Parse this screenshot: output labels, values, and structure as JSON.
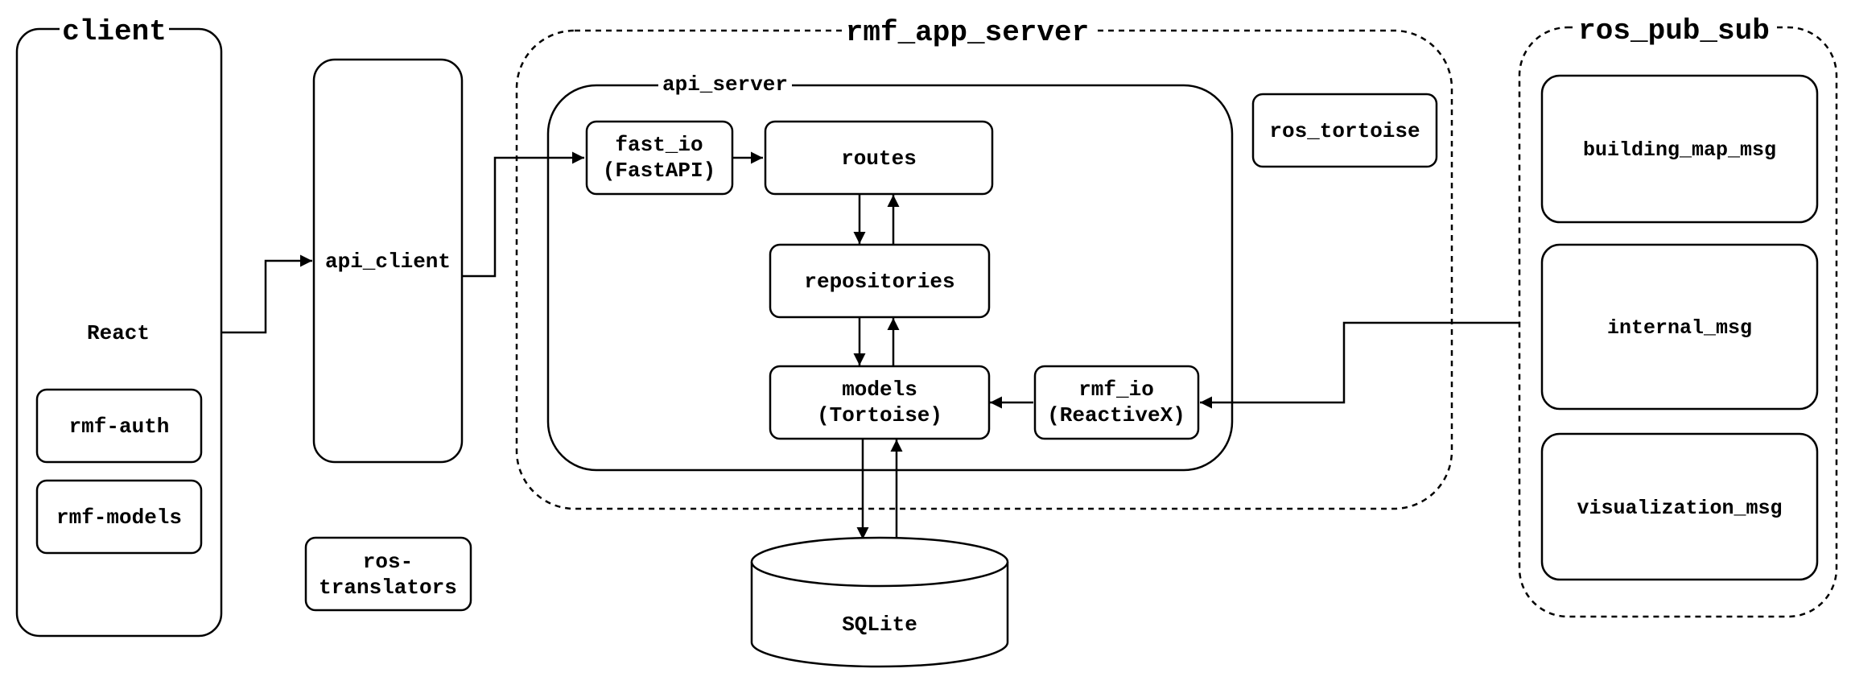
{
  "groups": {
    "client": "client",
    "rmf_app_server": "rmf_app_server",
    "api_server": "api_server",
    "ros_pub_sub": "ros_pub_sub"
  },
  "nodes": {
    "react": "React",
    "rmf_auth": "rmf-auth",
    "rmf_models": "rmf-models",
    "api_client": "api_client",
    "ros_translators": [
      "ros-",
      "translators"
    ],
    "fast_io": [
      "fast_io",
      "(FastAPI)"
    ],
    "routes": "routes",
    "repositories": "repositories",
    "models": [
      "models",
      "(Tortoise)"
    ],
    "rmf_io": [
      "rmf_io",
      "(ReactiveX)"
    ],
    "ros_tortoise": "ros_tortoise",
    "sqlite": "SQLite",
    "building_map_msg": "building_map_msg",
    "internal_msg": "internal_msg",
    "visualization_msg": "visualization_msg"
  },
  "edges": [
    {
      "from": "React",
      "to": "api_client"
    },
    {
      "from": "api_client",
      "to": "fast_io (FastAPI)"
    },
    {
      "from": "fast_io (FastAPI)",
      "to": "routes"
    },
    {
      "from": "routes",
      "to": "repositories"
    },
    {
      "from": "repositories",
      "to": "routes"
    },
    {
      "from": "repositories",
      "to": "models (Tortoise)"
    },
    {
      "from": "models (Tortoise)",
      "to": "repositories"
    },
    {
      "from": "rmf_io (ReactiveX)",
      "to": "models (Tortoise)"
    },
    {
      "from": "models (Tortoise)",
      "to": "SQLite"
    },
    {
      "from": "SQLite",
      "to": "models (Tortoise)"
    },
    {
      "from": "internal_msg",
      "to": "rmf_io (ReactiveX)"
    }
  ]
}
